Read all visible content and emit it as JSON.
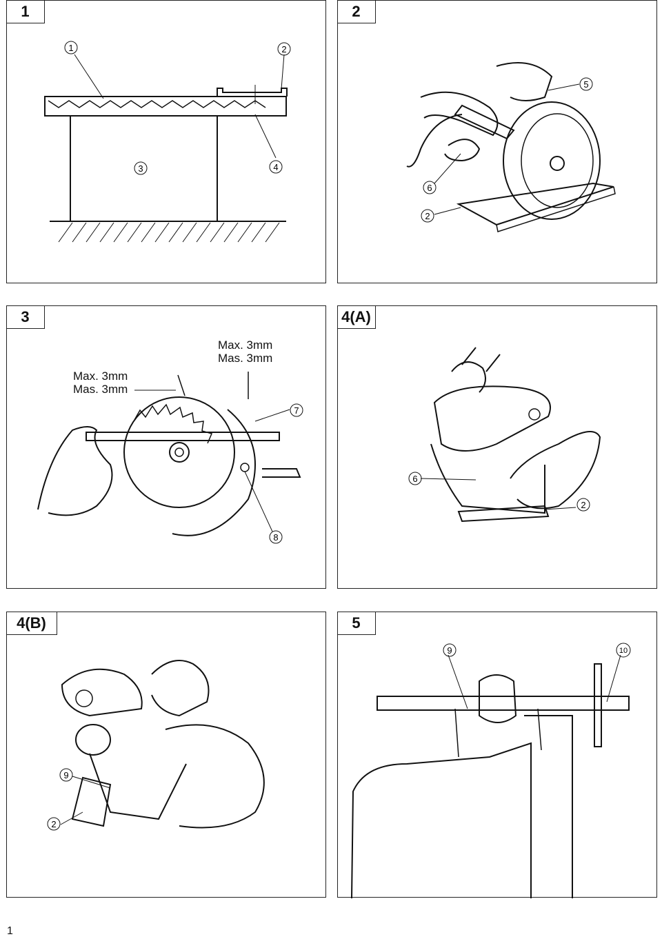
{
  "panels": [
    {
      "label": "1",
      "callouts": [
        "1",
        "2",
        "3",
        "4"
      ]
    },
    {
      "label": "2",
      "callouts": [
        "5",
        "6",
        "2"
      ]
    },
    {
      "label": "3",
      "callouts": [
        "7",
        "8"
      ],
      "measure_labels": [
        "Max. 3mm",
        "Mas. 3mm",
        "Max. 3mm",
        "Mas. 3mm"
      ]
    },
    {
      "label": "4(A)",
      "callouts": [
        "6",
        "2"
      ]
    },
    {
      "label": "4(B)",
      "callouts": [
        "9",
        "2"
      ]
    },
    {
      "label": "5",
      "callouts": [
        "9",
        "10"
      ]
    }
  ],
  "page_number": "1"
}
